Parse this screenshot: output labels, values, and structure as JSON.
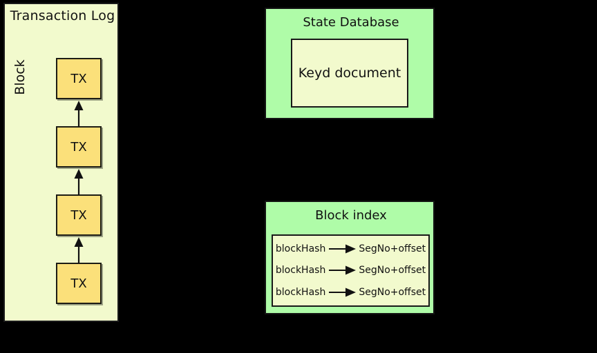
{
  "diagram": {
    "background_color": "#000000",
    "palette": {
      "pale_yellow": "#F2FACD",
      "tx_yellow": "#FBE07A",
      "green": "#AFFCA8",
      "stroke": "#141414"
    },
    "transaction_log": {
      "title": "Transaction Log",
      "side_label": "Block",
      "blocks": [
        {
          "label": "TX"
        },
        {
          "label": "TX"
        },
        {
          "label": "TX"
        },
        {
          "label": "TX"
        }
      ],
      "chain_arrow_icon": "arrow-up-icon",
      "chain_arrow_count": 3
    },
    "state_database": {
      "title": "State Database",
      "document_label": "Keyd document"
    },
    "block_index": {
      "title": "Block index",
      "rows": [
        {
          "key": "blockHash",
          "arrow_icon": "arrow-right-icon",
          "value": "SegNo+offset"
        },
        {
          "key": "blockHash",
          "arrow_icon": "arrow-right-icon",
          "value": "SegNo+offset"
        },
        {
          "key": "blockHash",
          "arrow_icon": "arrow-right-icon",
          "value": "SegNo+offset"
        }
      ]
    }
  }
}
